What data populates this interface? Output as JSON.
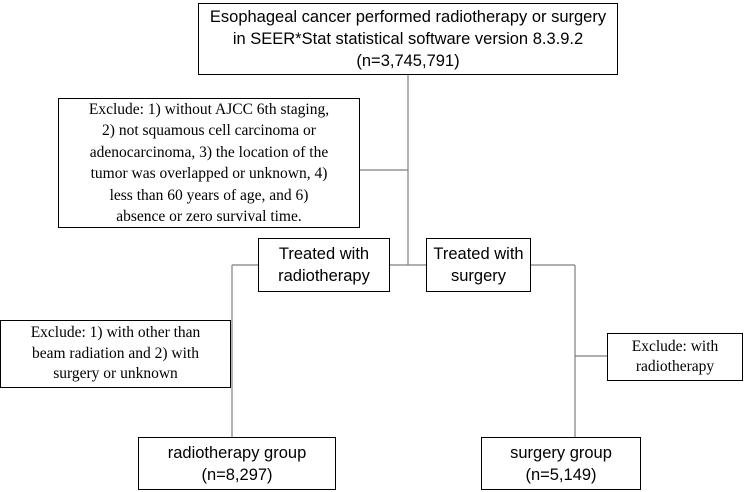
{
  "flowchart": {
    "top_box": {
      "lines": [
        "Esophageal cancer performed radiotherapy or surgery",
        "in SEER*Stat statistical software version 8.3.9.2",
        "(n=3,745,791)"
      ]
    },
    "exclusion_1": {
      "lines": [
        "Exclude: 1) without AJCC 6th staging,",
        "2) not squamous cell carcinoma or",
        "adenocarcinoma, 3) the location of the",
        "tumor was overlapped or unknown, 4)",
        "less than 60 years of age, and 6)",
        "absence or zero survival time."
      ]
    },
    "radiotherapy_branch": {
      "lines": [
        "Treated with",
        "radiotherapy"
      ]
    },
    "surgery_branch": {
      "lines": [
        "Treated with",
        "surgery"
      ]
    },
    "exclusion_2": {
      "lines": [
        "Exclude: 1) with other than",
        "beam radiation and 2) with",
        "surgery or unknown"
      ]
    },
    "exclusion_3": {
      "lines": [
        "Exclude: with",
        "radiotherapy"
      ]
    },
    "radiotherapy_group": {
      "lines": [
        "radiotherapy group",
        "(n=8,297)"
      ]
    },
    "surgery_group": {
      "lines": [
        "surgery group",
        "(n=5,149)"
      ]
    }
  },
  "colors": {
    "line": "#7f7f7f",
    "border": "#000000",
    "text": "#000000",
    "background": "#ffffff"
  }
}
